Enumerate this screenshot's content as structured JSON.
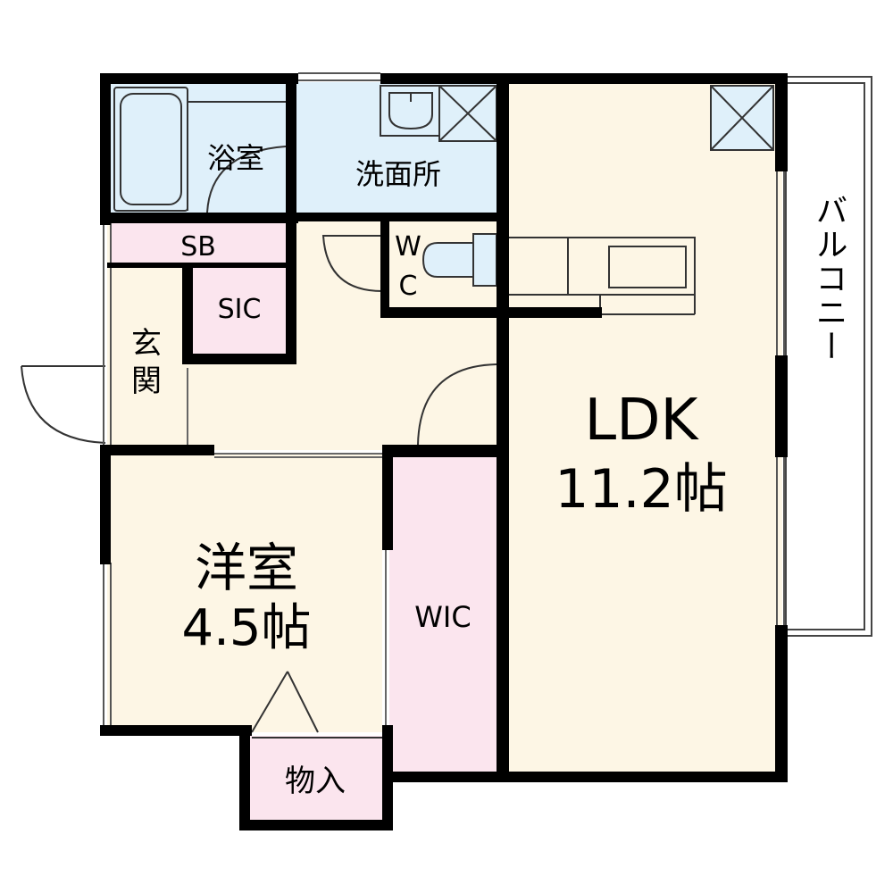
{
  "rooms": {
    "bath": "浴室",
    "washroom": "洗面所",
    "sb": "SB",
    "wc_line1": "W",
    "wc_line2": "C",
    "sic": "SIC",
    "entrance_line1": "玄",
    "entrance_line2": "関",
    "ldk_name": "LDK",
    "ldk_size": "11.2帖",
    "western_name": "洋室",
    "western_size": "4.5帖",
    "wic": "WIC",
    "storage": "物入",
    "balcony": "バルコニー"
  },
  "colors": {
    "wall": "#000000",
    "wet_area": "#dff0fa",
    "living_area": "#fdf6e5",
    "storage_area": "#fbe5ee",
    "fixture_line": "#333333"
  }
}
